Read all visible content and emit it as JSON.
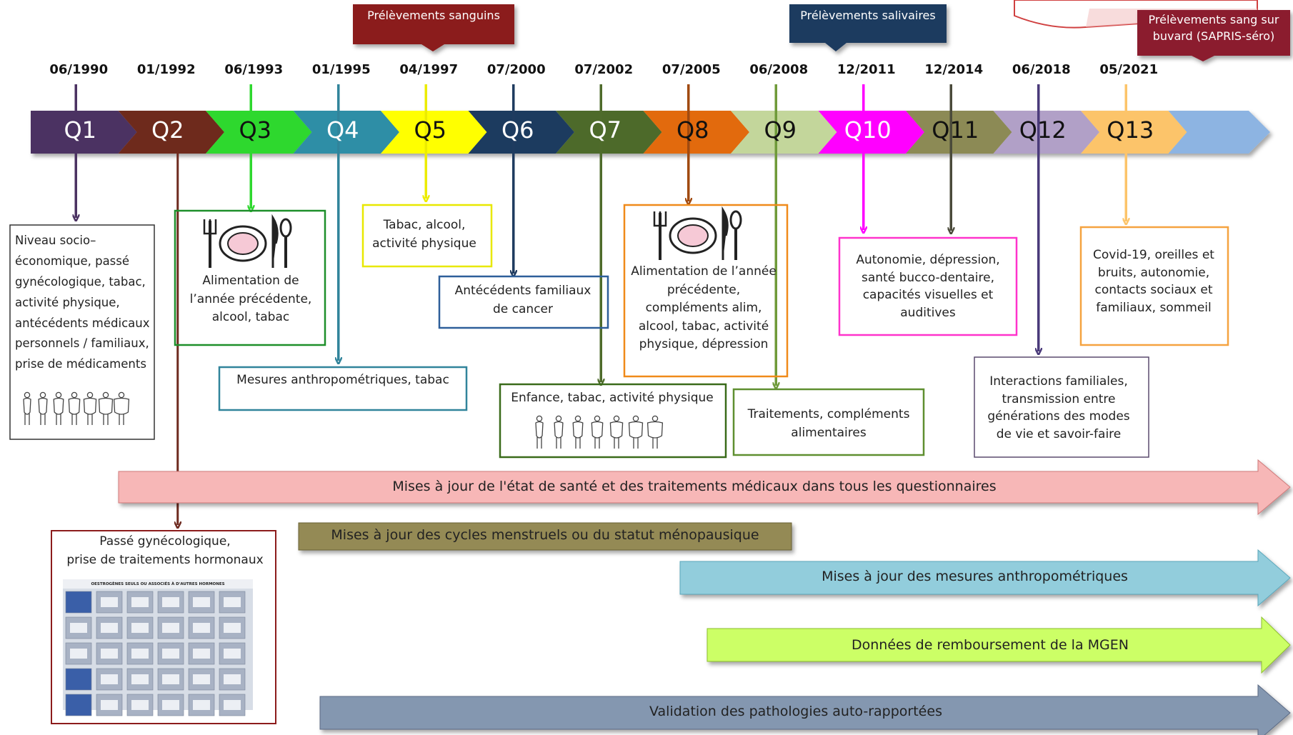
{
  "banners": {
    "blood": "Prélèvements sanguins",
    "saliva": "Prélèvements salivaires",
    "dbs": "Prélèvements sang sur\nbuvard (SAPRIS-séro)"
  },
  "timeline": [
    {
      "q": "Q1",
      "date": "06/1990",
      "color": "#4b3262",
      "text_color": "#ffffff"
    },
    {
      "q": "Q2",
      "date": "01/1992",
      "color": "#6e2a1f",
      "text_color": "#ffffff"
    },
    {
      "q": "Q3",
      "date": "06/1993",
      "color": "#2ed82e",
      "text_color": "#111111"
    },
    {
      "q": "Q4",
      "date": "01/1995",
      "color": "#2f8ea6",
      "text_color": "#ffffff"
    },
    {
      "q": "Q5",
      "date": "04/1997",
      "color": "#ffff00",
      "text_color": "#111111"
    },
    {
      "q": "Q6",
      "date": "07/2000",
      "color": "#1f3b5f",
      "text_color": "#ffffff"
    },
    {
      "q": "Q7",
      "date": "07/2002",
      "color": "#4e6b2b",
      "text_color": "#ffffff"
    },
    {
      "q": "Q8",
      "date": "07/2005",
      "color": "#e26b0a",
      "text_color": "#111111"
    },
    {
      "q": "Q9",
      "date": "06/2008",
      "color": "#c3d69b",
      "text_color": "#111111"
    },
    {
      "q": "Q10",
      "date": "12/2011",
      "color": "#ff00ff",
      "text_color": "#ffffff"
    },
    {
      "q": "Q11",
      "date": "12/2014",
      "color": "#8c8a54",
      "text_color": "#111111"
    },
    {
      "q": "Q12",
      "date": "06/2018",
      "color": "#b1a0c7",
      "text_color": "#111111"
    },
    {
      "q": "Q13",
      "date": "05/2021",
      "color": "#fcc46a",
      "text_color": "#111111"
    }
  ],
  "timeline_tail_color": "#8db4e2",
  "boxes": {
    "q1": "Niveau socio–\néconomique,  passé\ngynécologique,  tabac,\nactivité physique,\nantécédents médicaux\npersonnels  / familiaux,\nprise de médicaments",
    "q3": "Alimentation  de\nl’année précédente,\nalcool, tabac",
    "q4": "Mesures anthropométriques,  tabac",
    "q5": "Tabac, alcool,\nactivité physique",
    "q6": "Antécédents familiaux\nde cancer",
    "q7": "Enfance, tabac, activité physique",
    "q8": "Alimentation  de  l’année\nprécédente,\ncompléments alim,\nalcool, tabac, activité\nphysique,  dépression",
    "q9": "Traitements, compléments\nalimentaires",
    "q10": "Autonomie, dépression,\nsanté bucco-dentaire,\ncapacités visuelles et\nauditives",
    "q12": "Interactions familiales,\ntransmission  entre\ngénérations des modes\nde vie et savoir-faire",
    "q13": "Covid-19,  oreilles et\nbruits, autonomie,\ncontacts sociaux et\nfamiliaux, sommeil",
    "q2": "Passé  gynécologique,\nprise de traitements  hormonaux"
  },
  "bars": {
    "health": "Mises à jour de l'état de santé et des traitements médicaux dans tous les questionnaires",
    "menstrual": "Mises à jour des cycles menstruels ou du statut ménopausique",
    "anthro": "Mises à jour des mesures anthropométriques",
    "mgen": "Données de remboursement  de la MGEN",
    "validation": "Validation des pathologies auto-rapportées"
  },
  "hormone_sheet": {
    "title": "OESTROGÈNES SEULS OU ASSOCIÉS À D'AUTRES HORMONES"
  },
  "colors": {
    "box_q1": "#333333",
    "box_q3": "#1d8f2a",
    "box_q4": "#31849b",
    "box_q5": "#e8e800",
    "box_q6": "#2e5f9a",
    "box_q7": "#3a6b1a",
    "box_q8": "#f08a1a",
    "box_q9": "#5f8f30",
    "box_q10": "#ff33cc",
    "box_q12": "#5a4a6e",
    "box_q13": "#f5a340",
    "box_q2": "#8c1c1c",
    "bar_health": "#f7b7b7",
    "bar_menstrual": "#948a54",
    "bar_anthro": "#92cddc",
    "bar_mgen": "#ccff66",
    "bar_validation": "#8497b0"
  }
}
